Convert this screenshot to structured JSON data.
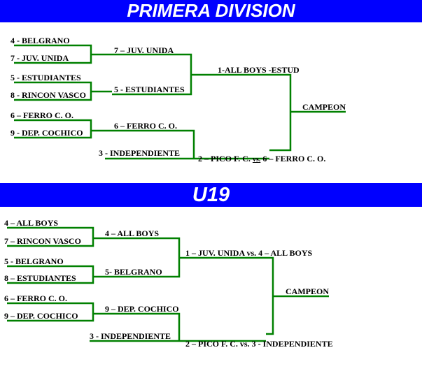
{
  "primera": {
    "title": "PRIMERA DIVISION",
    "r1": [
      "4 - BELGRANO",
      "7 - JUV. UNIDA",
      "5 - ESTUDIANTES",
      "8 - RINCON VASCO",
      "6 – FERRO C. O.",
      "9 - DEP. COCHICO"
    ],
    "r2": [
      "7 – JUV. UNIDA",
      "5 - ESTUDIANTES",
      "6 – FERRO C. O.",
      "3 - INDEPENDIENTE"
    ],
    "semi1": "1-ALL BOYS -ESTUD",
    "semi2_a": "2 – PICO F. C.",
    "semi2_vs": "vs.",
    "semi2_b": "6 – FERRO C. O.",
    "final": "CAMPEON"
  },
  "u19": {
    "title": "U19",
    "r1": [
      "4 – ALL BOYS",
      "7 – RINCON VASCO",
      "5 - BELGRANO",
      "8 – ESTUDIANTES",
      "6 – FERRO C. O.",
      "9 – DEP. COCHICO"
    ],
    "r2": [
      "4 – ALL BOYS",
      "5- BELGRANO",
      "9 – DEP. COCHICO",
      "3 - INDEPENDIENTE"
    ],
    "semi1": "1 – JUV. UNIDA vs. 4 – ALL BOYS",
    "semi2": "2 – PICO F. C. vs. 3 - INDEPENDIENTE",
    "final": "CAMPEON"
  }
}
